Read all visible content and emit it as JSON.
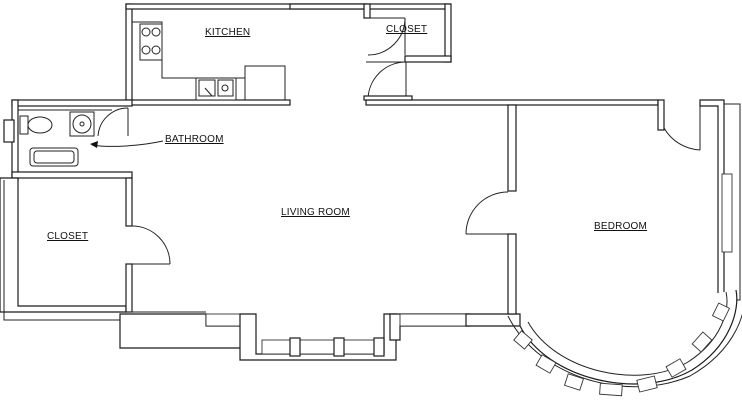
{
  "rooms": {
    "kitchen": "KITCHEN",
    "closet_top": "CLOSET",
    "bathroom": "BATHROOM",
    "living_room": "LIVING ROOM",
    "closet_left": "CLOSET",
    "bedroom": "BEDROOM"
  },
  "fixtures": [
    "stove-icon",
    "sink-icon",
    "toilet-icon",
    "bathroom-sink-icon",
    "bathtub-icon"
  ]
}
